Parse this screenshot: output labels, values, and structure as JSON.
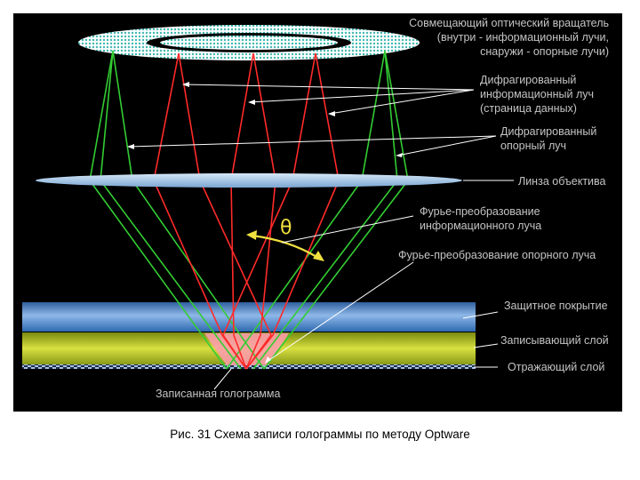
{
  "figure": {
    "caption": "Рис. 31 Схема записи голограммы по методу Optware",
    "labels": {
      "rotator_line1": "Совмещающий оптический вращатель",
      "rotator_line2": "(внутри - информационный лучи,",
      "rotator_line3": "снаружи - опорные лучи)",
      "info_beam_line1": "Дифрагированный",
      "info_beam_line2": "информационный луч",
      "info_beam_line3": "(страница данных)",
      "ref_beam_line1": "Дифрагированный",
      "ref_beam_line2": "опорный луч",
      "objective": "Линза объектива",
      "fourier_info_line1": "Фурье-преобразование",
      "fourier_info_line2": "информационного луча",
      "fourier_ref": "Фурье-преобразование опорного луча",
      "protective": "Защитное покрытие",
      "recording": "Записывающий слой",
      "reflective": "Отражающий слой",
      "recorded": "Записанная голограмма",
      "angle": "θ"
    },
    "colors": {
      "background": "#000000",
      "info_beam": "#ff2a2a",
      "ref_beam": "#33cc33",
      "lens": "#9ec4e6",
      "protective_layer": "#4a86c8",
      "recording_layer": "#c8d030",
      "hologram_zone": "#ff9bb0",
      "label_text": "#c4c4c4",
      "angle_arrow": "#f0e040"
    }
  }
}
